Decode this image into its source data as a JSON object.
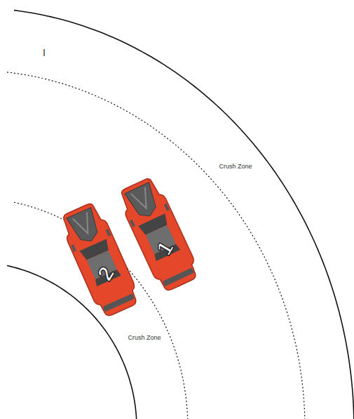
{
  "diagram": {
    "nodes": [
      {
        "text": [
          "1"
        ]
      },
      {
        "text": [
          "2"
        ]
      }
    ],
    "labels": [
      "I",
      "Crush Zone",
      "Crush Zone"
    ]
  }
}
